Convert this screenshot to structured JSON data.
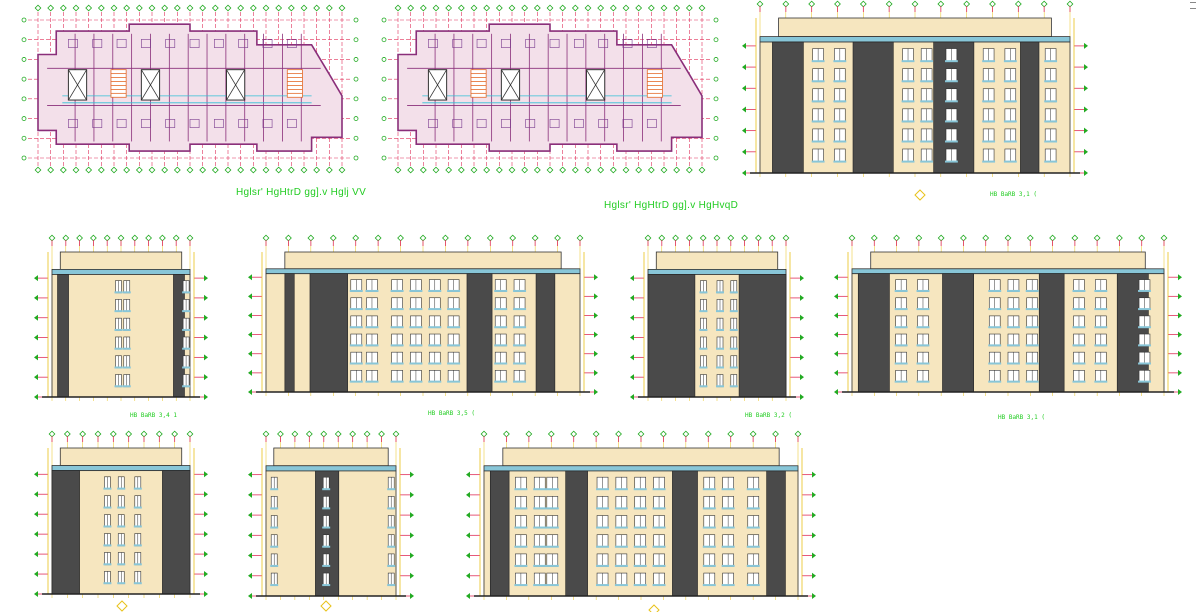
{
  "sheet": {
    "background": "#ffffff",
    "colors": {
      "grid_line": "#e0305a",
      "grid_marker": "#22aa22",
      "dim_line": "#e8c21a",
      "plan_wall": "#8a2f7a",
      "plan_room": "#f3e0ea",
      "facade_cream": "#f6e6bf",
      "facade_dark": "#4a4a4a",
      "glass": "#88c6d8",
      "label_green": "#22cc22",
      "stair_orange": "#e46a2a",
      "cyan_detail": "#2fbfd6"
    },
    "icons": [
      "north-arrow-icon",
      "window-settings-icon"
    ]
  },
  "plans": [
    {
      "caption": "Hglsr' HgHtrD gg].v Hglj VV"
    },
    {
      "caption": "Hglsr' HgHtrD gg].v HgHvqD"
    }
  ],
  "elevations": [
    {
      "caption": "HB BaRB 3,1 ("
    },
    {
      "caption": "HB BaRB 3,4 1"
    },
    {
      "caption": "HB BaRB 3,5 ("
    },
    {
      "caption": "HB BaRB 3,2 ("
    },
    {
      "caption": "HB BaRB 3,1 ("
    },
    {
      "caption": ""
    },
    {
      "caption": ""
    },
    {
      "caption": ""
    }
  ]
}
